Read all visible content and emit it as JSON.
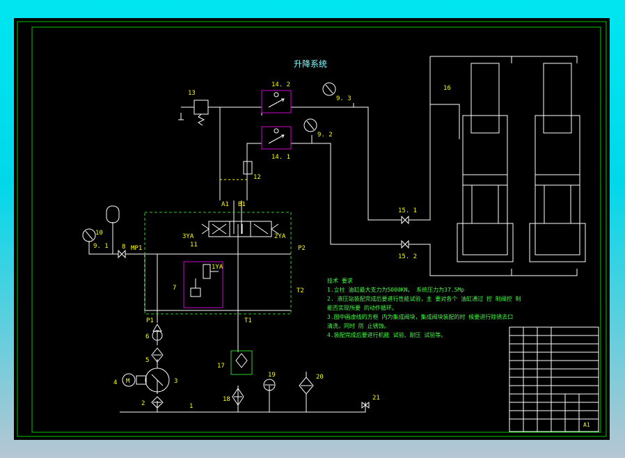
{
  "title": "升降系统",
  "colors": {
    "background": "#000000",
    "line": "#ffffff",
    "border": "#00c800",
    "label_yellow": "#ffff00",
    "label_cyan": "#7fffff",
    "manifold_green": "#2bd42b",
    "valve_magenta": "#d400d4",
    "tech_text": "#40ff40"
  },
  "labels": {
    "c13": "13",
    "c14_2": "14. 2",
    "c14_1": "14. 1",
    "c9_3": "9. 3",
    "c9_2": "9. 2",
    "c16": "16",
    "c12": "12",
    "a1": "A1",
    "b1": "B1",
    "yv3": "3YA",
    "yv2": "2YA",
    "c11": "11",
    "c10": "10",
    "c9_1": "9. 1",
    "c8": "8",
    "mp1": "MP1",
    "p2": "P2",
    "yv1": "1YA",
    "c7": "7",
    "t2": "T2",
    "c15_1": "15. 1",
    "c15_2": "15. 2",
    "p1": "P1",
    "t1": "T1",
    "c6": "6",
    "c5": "5",
    "c4": "4",
    "c3": "3",
    "motor": "M",
    "c2": "2",
    "c1": "1",
    "c17": "17",
    "c19": "19",
    "c20": "20",
    "c18": "18",
    "c21": "21"
  },
  "tech_notes": [
    "技术 要求",
    "1.立柱 油缸最大支力为5000KN， 系统压力为37.5Mp",
    "2. 液压站装配完成后要进行性能试验，主 要对各个 油缸通过 控 制阀控 制",
    "能否实现所要 的动作循环。",
    "3.图中画虚线的方框 内为集成阀块，集成阀块装配的时 候要进行除锈去口",
    "清洗，同时 防 止锈蚀。",
    "4.装配完成后要进行机能 试验、耐压 试验等。"
  ],
  "title_block": {
    "drawing_no": "A1"
  }
}
